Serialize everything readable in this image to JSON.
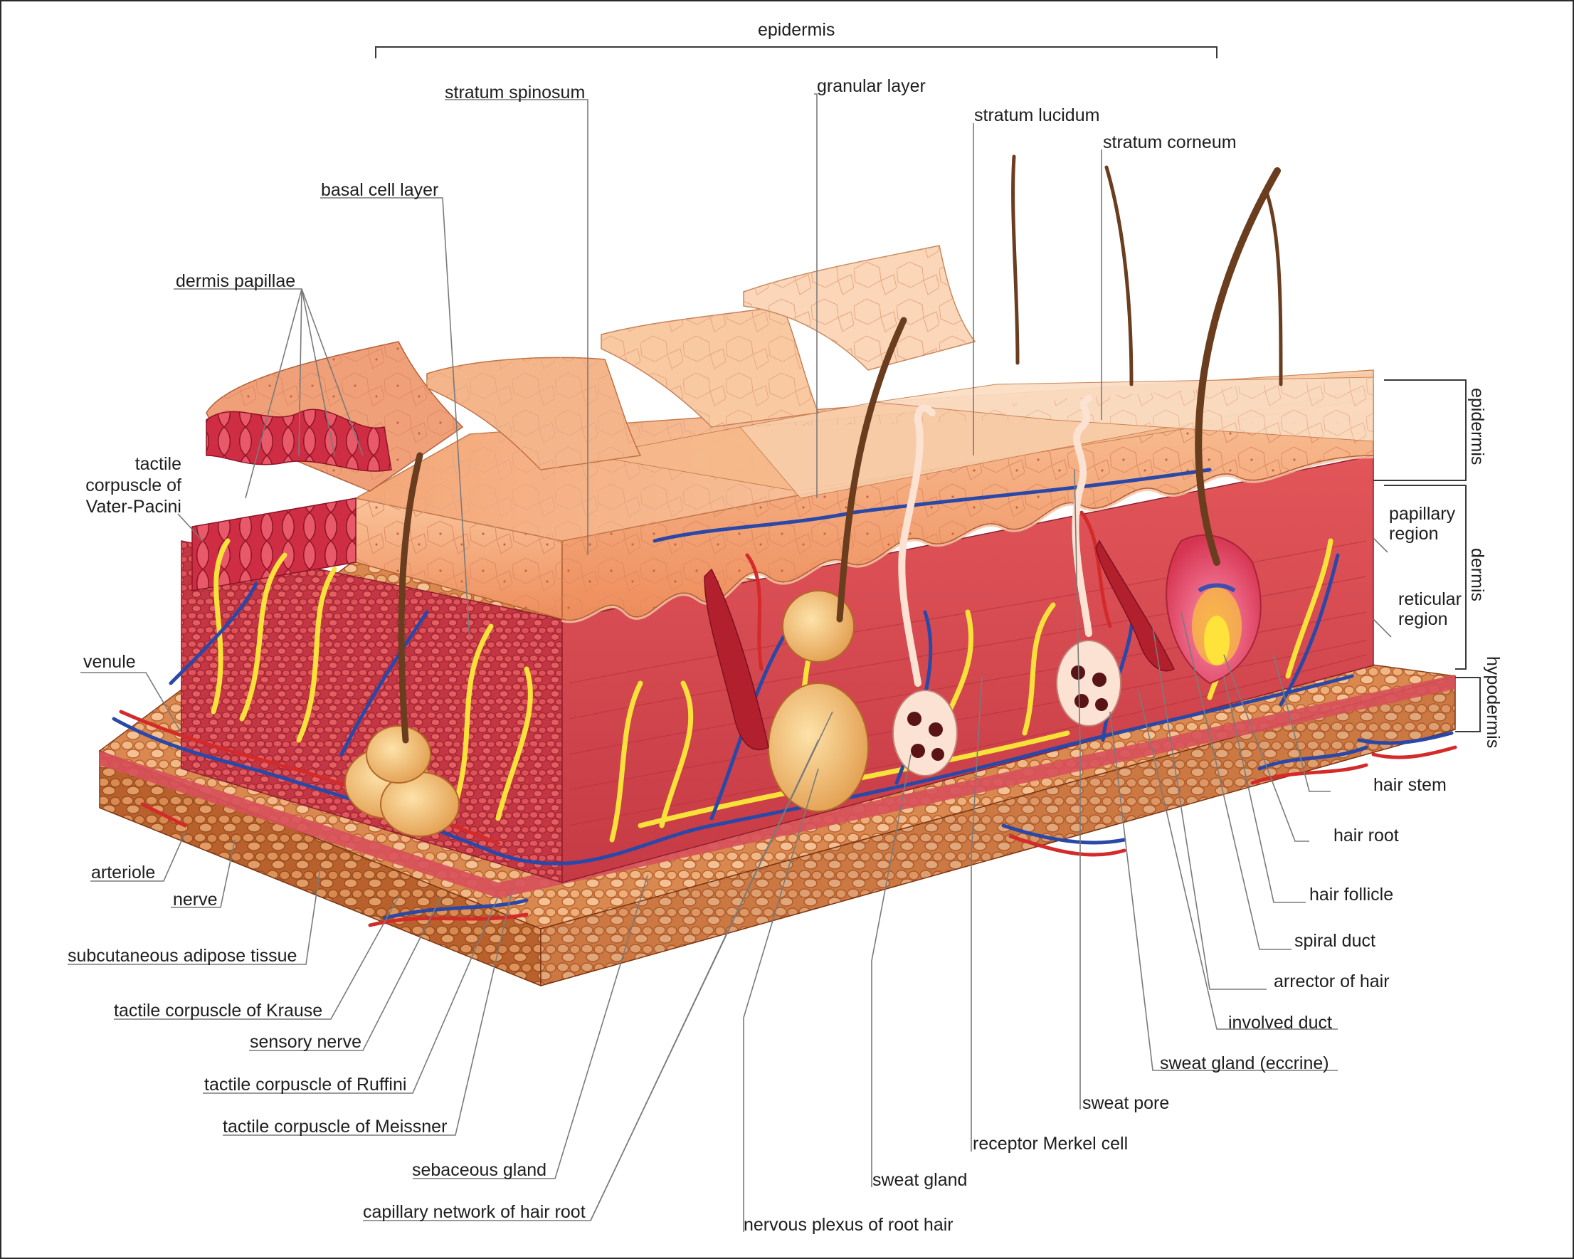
{
  "labels": {
    "epidermis_top": "epidermis",
    "stratum_spinosum": "stratum spinosum",
    "granular_layer": "granular layer",
    "stratum_lucidum": "stratum lucidum",
    "stratum_corneum": "stratum corneum",
    "basal_cell_layer": "basal cell layer",
    "dermis_papillae": "dermis papillae",
    "tactile_pacini_1": "tactile",
    "tactile_pacini_2": "corpuscle of",
    "tactile_pacini_3": "Vater-Pacini",
    "venule": "venule",
    "arteriole": "arteriole",
    "nerve": "nerve",
    "subcutaneous": "subcutaneous adipose tissue",
    "krause": "tactile corpuscle of Krause",
    "sensory_nerve": "sensory nerve",
    "ruffini": "tactile corpuscle of Ruffini",
    "meissner": "tactile corpuscle of Meissner",
    "sebaceous": "sebaceous gland",
    "capillary": "capillary network of hair root",
    "nervous_plexus": "nervous plexus of root hair",
    "sweat_gland": "sweat gland",
    "merkel": "receptor Merkel cell",
    "sweat_pore": "sweat pore",
    "sweat_eccrine": "sweat gland (eccrine)",
    "involved_duct": "involved duct",
    "arrector": "arrector of hair",
    "spiral_duct": "spiral duct",
    "hair_follicle": "hair follicle",
    "hair_root": "hair root",
    "hair_stem": "hair stem",
    "papillary_1": "papillary",
    "papillary_2": "region",
    "reticular_1": "reticular",
    "reticular_2": "region",
    "epidermis_side": "epidermis",
    "dermis_side": "dermis",
    "hypodermis_side": "hypodermis"
  },
  "colors": {
    "epidermis_surface": "#f8c9a0",
    "epidermis_front": "#f2a06e",
    "dermis": "#d9454a",
    "dermis_dark": "#b02a35",
    "papillae": "#c8283f",
    "adipose_light": "#e9a977",
    "adipose_dark": "#c8733f",
    "artery": "#d42a2a",
    "vein": "#2a48a8",
    "nerve": "#f6e23a",
    "hair": "#6b3d1f",
    "gland": "#f3bf7a"
  }
}
